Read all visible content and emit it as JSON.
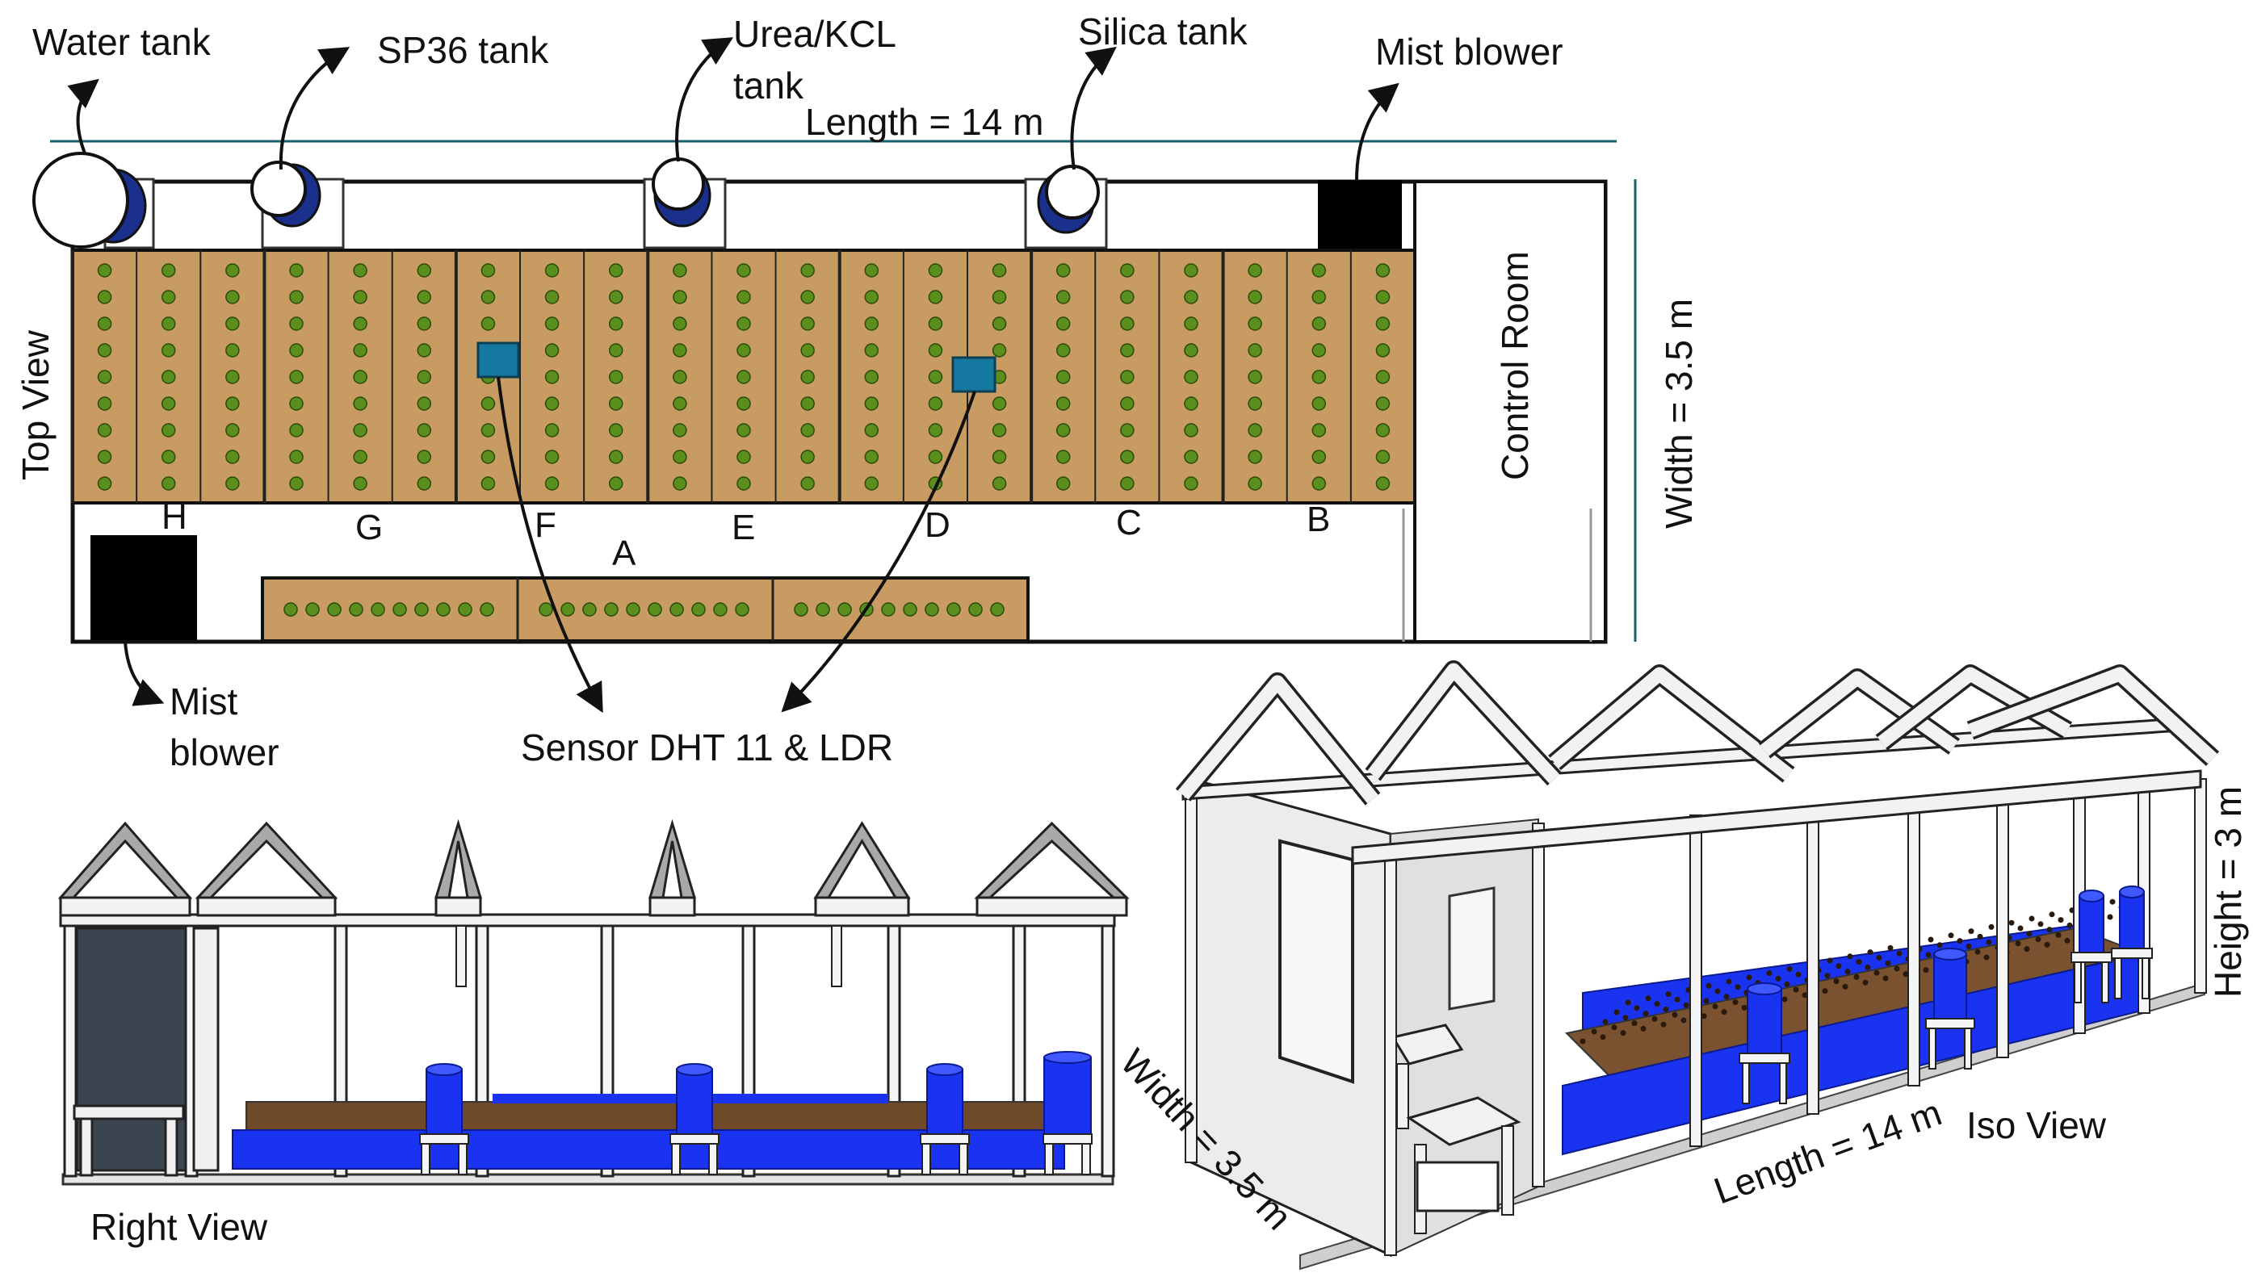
{
  "colors": {
    "soil": "#c89b63",
    "plant": "#5a8f1e",
    "water": "#1a33f0",
    "tank_dark": "#1b2f8c",
    "sensor": "#1478a0",
    "blower": "#000000",
    "frame": "#f2f2f2",
    "guide_line": "#1a5f6e"
  },
  "top_view": {
    "view_label": "Top View",
    "length_label": "Length = 14 m",
    "width_label": "Width = 3.5 m",
    "control_room_label": "Control Room",
    "tanks": [
      {
        "label": "Water tank",
        "icon": "water-tank-icon"
      },
      {
        "label": "SP36 tank",
        "icon": "tank-icon"
      },
      {
        "label": "Urea/KCL",
        "label2": "tank",
        "icon": "tank-icon"
      },
      {
        "label": "Silica tank",
        "icon": "tank-icon"
      }
    ],
    "mist_blower_top": "Mist blower",
    "mist_blower_bottom_1": "Mist",
    "mist_blower_bottom_2": "blower",
    "sensor_label": "Sensor DHT 11 & LDR",
    "row_labels": [
      "H",
      "G",
      "F",
      "E",
      "D",
      "C",
      "B"
    ],
    "bottom_row_label": "A"
  },
  "right_view": {
    "view_label": "Right View"
  },
  "iso_view": {
    "view_label": "Iso View",
    "width_label": "Width = 3.5 m",
    "length_label": "Length = 14 m",
    "height_label": "Height = 3 m"
  }
}
